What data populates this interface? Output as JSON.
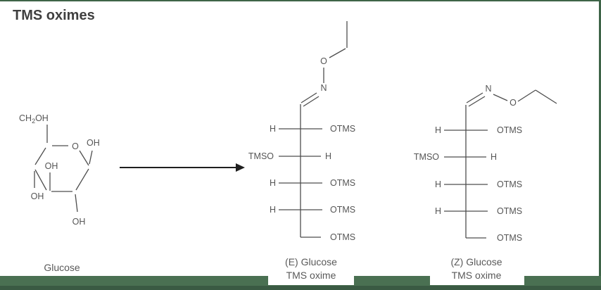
{
  "slide": {
    "title": "TMS oximes",
    "colors": {
      "bar_green": "#4A7052",
      "bar_green_dark": "#3A5A43",
      "border_green": "#3E6448",
      "bond_line": "#4D4D4D",
      "label_text": "#555555",
      "title_text": "#3F3F3F",
      "arrow": "#1F1F1F"
    }
  },
  "glucose": {
    "ch2oh_c": "CH",
    "ch2oh_sub": "2",
    "ch2oh_oh": "OH",
    "ring_o": "O",
    "oh_anomeric": "OH",
    "oh_c2": "OH",
    "oh_c3": "OH",
    "oh_c4": "OH",
    "caption": "Glucose"
  },
  "oxime_e": {
    "o": "O",
    "n": "N",
    "rows": [
      {
        "left": "H",
        "right": "OTMS"
      },
      {
        "left": "TMSO",
        "right": "H"
      },
      {
        "left": "H",
        "right": "OTMS"
      },
      {
        "left": "H",
        "right": "OTMS"
      }
    ],
    "terminal": "OTMS",
    "caption_line1": "(E) Glucose",
    "caption_line2": "TMS oxime"
  },
  "oxime_z": {
    "o": "O",
    "n": "N",
    "rows": [
      {
        "left": "H",
        "right": "OTMS"
      },
      {
        "left": "TMSO",
        "right": "H"
      },
      {
        "left": "H",
        "right": "OTMS"
      },
      {
        "left": "H",
        "right": "OTMS"
      }
    ],
    "terminal": "OTMS",
    "caption_line1": "(Z) Glucose",
    "caption_line2": "TMS oxime"
  }
}
